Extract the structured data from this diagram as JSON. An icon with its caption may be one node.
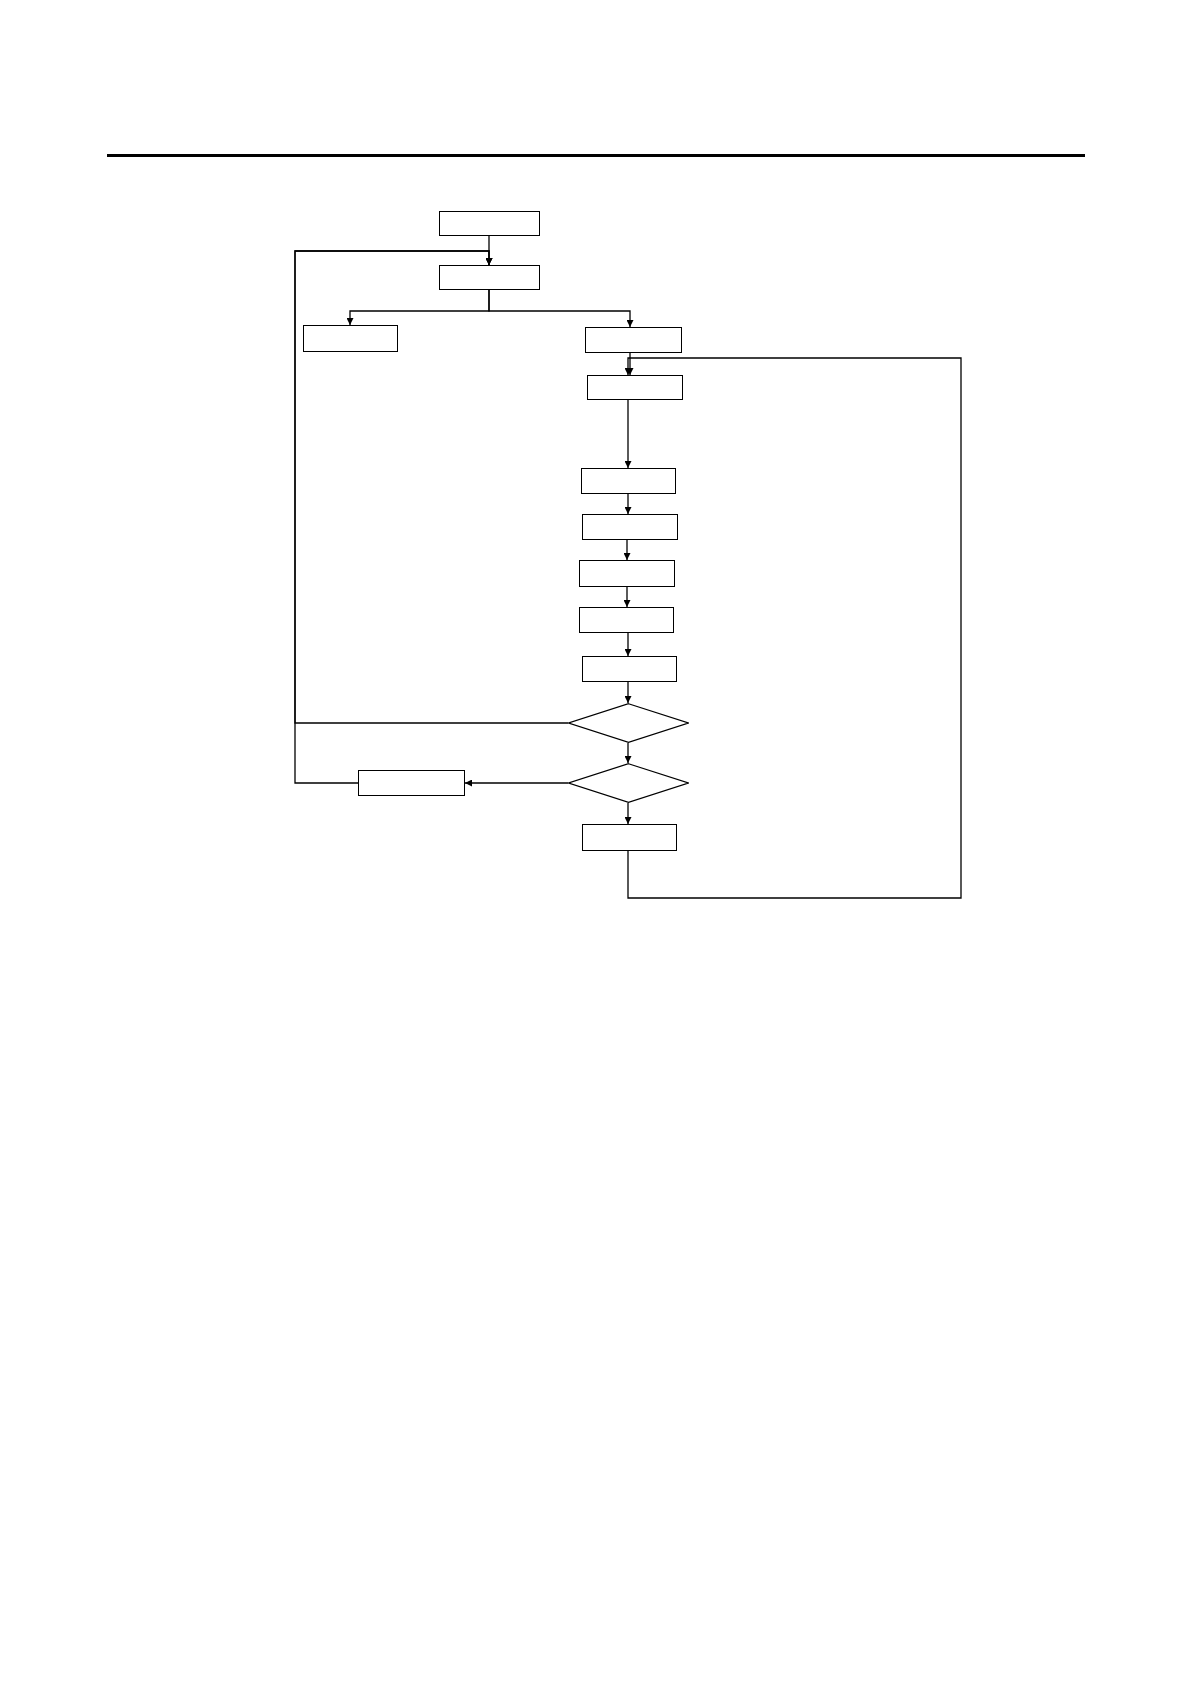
{
  "diagram": {
    "nodes": [
      {
        "text": [],
        "shape": "box"
      },
      {
        "text": [],
        "shape": "box"
      },
      {
        "text": [],
        "shape": "box"
      },
      {
        "text": [],
        "shape": "box"
      },
      {
        "text": [],
        "shape": "box"
      },
      {
        "text": [],
        "shape": "box"
      },
      {
        "text": [],
        "shape": "box"
      },
      {
        "text": [],
        "shape": "box"
      },
      {
        "text": [],
        "shape": "box"
      },
      {
        "text": [],
        "shape": "box"
      },
      {
        "text": [],
        "shape": "diamond"
      },
      {
        "text": [],
        "shape": "diamond"
      },
      {
        "text": [],
        "shape": "box"
      },
      {
        "text": [],
        "shape": "box"
      }
    ],
    "edges": [
      {
        "from": 0,
        "to": 1,
        "arrow": "to"
      },
      {
        "from": 1,
        "to": 2,
        "arrow": "to"
      },
      {
        "from": 1,
        "to": 3,
        "arrow": "to"
      },
      {
        "from": 3,
        "to": 4,
        "arrow": "to"
      },
      {
        "from": 4,
        "to": 5,
        "arrow": "to"
      },
      {
        "from": 5,
        "to": 6,
        "arrow": "to"
      },
      {
        "from": 6,
        "to": 7,
        "arrow": "to"
      },
      {
        "from": 7,
        "to": 8,
        "arrow": "to"
      },
      {
        "from": 8,
        "to": 9,
        "arrow": "to"
      },
      {
        "from": 9,
        "to": 10,
        "arrow": "to"
      },
      {
        "from": 10,
        "to": 11,
        "arrow": "to"
      },
      {
        "from": 11,
        "to": 13,
        "arrow": "to"
      },
      {
        "from": 10,
        "to": 1,
        "arrow": "to"
      },
      {
        "from": 11,
        "to": 12,
        "arrow": "to"
      },
      {
        "from": 12,
        "to": 1,
        "arrow": "to"
      },
      {
        "from": 13,
        "to": 4,
        "arrow": "to"
      }
    ]
  }
}
